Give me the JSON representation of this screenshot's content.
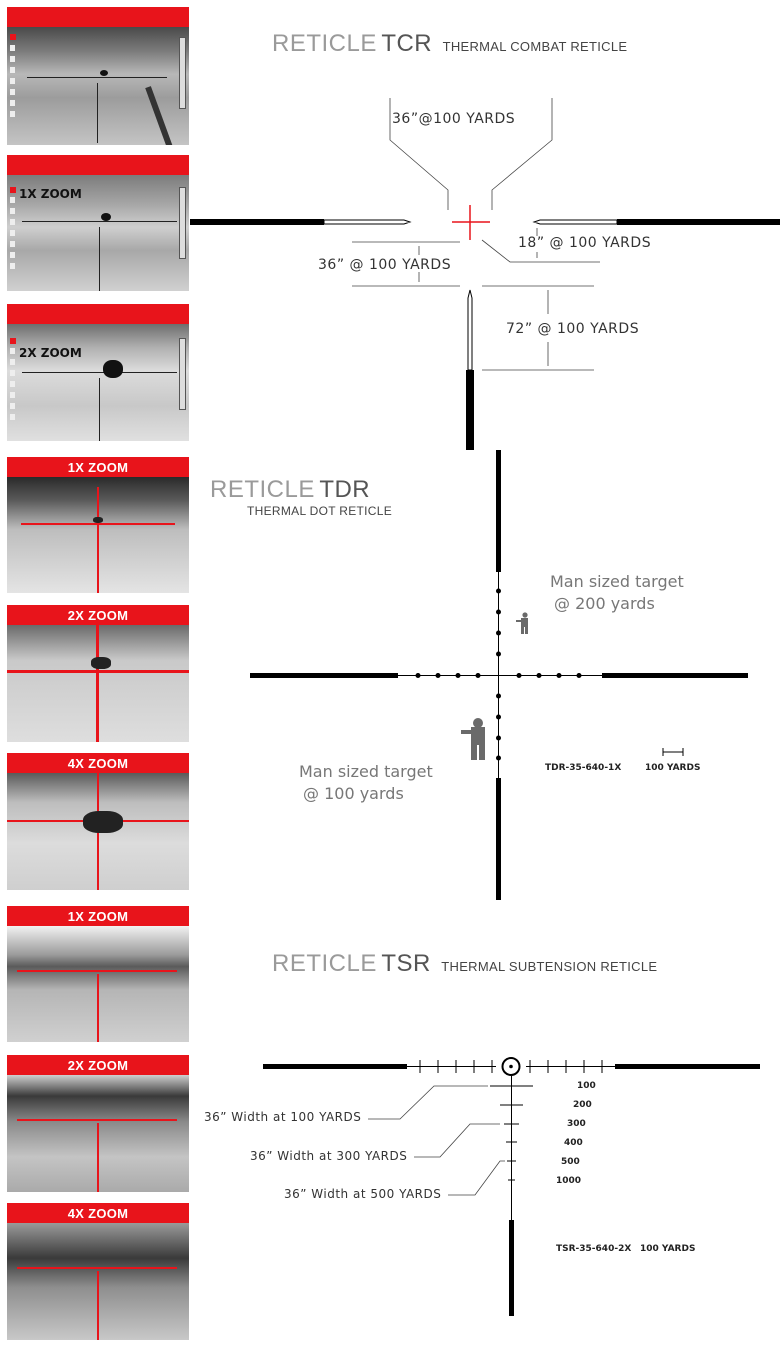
{
  "tcr": {
    "prefix": "RETICLE",
    "name": "TCR",
    "subtitle": "THERMAL COMBAT RETICLE",
    "dim_top": "36”@100 YARDS",
    "dim_right_small": "18” @ 100 YARDS",
    "dim_left": "36” @ 100 YARDS",
    "dim_bottom": "72” @ 100 YARDS",
    "thumbs": [
      {
        "label": ""
      },
      {
        "label": "",
        "zoom_text": "1X  ZOOM"
      },
      {
        "label": "",
        "zoom_text": "2X ZOOM"
      }
    ]
  },
  "tdr": {
    "prefix": "RETICLE",
    "name": "TDR",
    "subtitle": "THERMAL DOT RETICLE",
    "target_200_line1": "Man sized target",
    "target_200_line2": "@ 200 yards",
    "target_100_line1": "Man sized target",
    "target_100_line2": "@ 100 yards",
    "model": "TDR-35-640-1X",
    "scale_label": "100 YARDS",
    "thumbs": [
      {
        "label": "1X  ZOOM"
      },
      {
        "label": "2X ZOOM"
      },
      {
        "label": "4X ZOOM"
      }
    ]
  },
  "tsr": {
    "prefix": "RETICLE",
    "name": "TSR",
    "subtitle": "THERMAL SUBTENSION RETICLE",
    "width_100": "36” Width at 100 YARDS",
    "width_300": "36” Width at 300 YARDS",
    "width_500": "36” Width at 500 YARDS",
    "ranges": [
      "100",
      "200",
      "300",
      "400",
      "500",
      "1000"
    ],
    "model": "TSR-35-640-2X",
    "scale_label": "100 YARDS",
    "thumbs": [
      {
        "label": "1X  ZOOM"
      },
      {
        "label": "2X ZOOM"
      },
      {
        "label": "4X ZOOM"
      }
    ]
  },
  "colors": {
    "accent_red": "#e8141b",
    "reticle_black": "#000000"
  }
}
